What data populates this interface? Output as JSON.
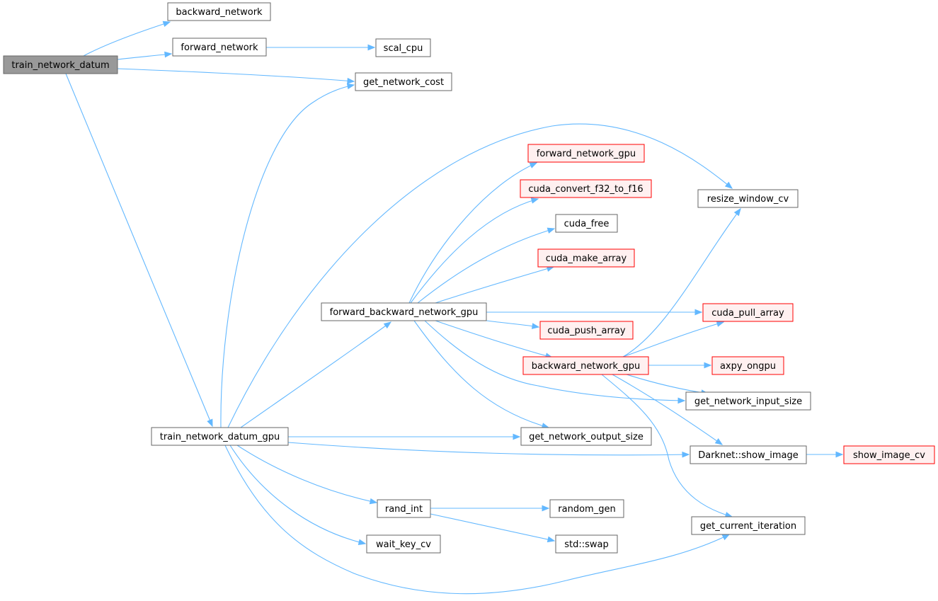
{
  "colors": {
    "edge": "#63b8ff",
    "root_fill": "#999999",
    "root_stroke": "#666666",
    "normal_fill": "#ffffff",
    "normal_stroke": "#666666",
    "truncated_fill": "#fff0f0",
    "truncated_stroke": "#ff0000"
  },
  "nodes": {
    "train_network_datum": {
      "label": "train_network_datum",
      "style": "root"
    },
    "backward_network": {
      "label": "backward_network",
      "style": "normal"
    },
    "forward_network": {
      "label": "forward_network",
      "style": "normal"
    },
    "scal_cpu": {
      "label": "scal_cpu",
      "style": "normal"
    },
    "get_network_cost": {
      "label": "get_network_cost",
      "style": "normal"
    },
    "train_network_datum_gpu": {
      "label": "train_network_datum_gpu",
      "style": "normal"
    },
    "forward_backward_network_gpu": {
      "label": "forward_backward_network_gpu",
      "style": "normal"
    },
    "forward_network_gpu": {
      "label": "forward_network_gpu",
      "style": "truncated"
    },
    "cuda_convert_f32_to_f16": {
      "label": "cuda_convert_f32_to_f16",
      "style": "truncated"
    },
    "cuda_free": {
      "label": "cuda_free",
      "style": "normal"
    },
    "cuda_make_array": {
      "label": "cuda_make_array",
      "style": "truncated"
    },
    "cuda_push_array": {
      "label": "cuda_push_array",
      "style": "truncated"
    },
    "backward_network_gpu": {
      "label": "backward_network_gpu",
      "style": "truncated"
    },
    "get_network_output_size": {
      "label": "get_network_output_size",
      "style": "normal"
    },
    "rand_int": {
      "label": "rand_int",
      "style": "normal"
    },
    "wait_key_cv": {
      "label": "wait_key_cv",
      "style": "normal"
    },
    "random_gen": {
      "label": "random_gen",
      "style": "normal"
    },
    "std_swap": {
      "label": "std::swap",
      "style": "normal"
    },
    "resize_window_cv": {
      "label": "resize_window_cv",
      "style": "normal"
    },
    "cuda_pull_array": {
      "label": "cuda_pull_array",
      "style": "truncated"
    },
    "axpy_ongpu": {
      "label": "axpy_ongpu",
      "style": "truncated"
    },
    "get_network_input_size": {
      "label": "get_network_input_size",
      "style": "normal"
    },
    "darknet_show_image": {
      "label": "Darknet::show_image",
      "style": "normal"
    },
    "get_current_iteration": {
      "label": "get_current_iteration",
      "style": "normal"
    },
    "show_image_cv": {
      "label": "show_image_cv",
      "style": "truncated"
    }
  },
  "edges": [
    {
      "from": "train_network_datum",
      "to": "backward_network"
    },
    {
      "from": "train_network_datum",
      "to": "forward_network"
    },
    {
      "from": "train_network_datum",
      "to": "get_network_cost"
    },
    {
      "from": "train_network_datum",
      "to": "train_network_datum_gpu"
    },
    {
      "from": "forward_network",
      "to": "scal_cpu"
    },
    {
      "from": "train_network_datum_gpu",
      "to": "get_network_cost"
    },
    {
      "from": "train_network_datum_gpu",
      "to": "resize_window_cv"
    },
    {
      "from": "train_network_datum_gpu",
      "to": "forward_backward_network_gpu"
    },
    {
      "from": "train_network_datum_gpu",
      "to": "get_network_output_size"
    },
    {
      "from": "train_network_datum_gpu",
      "to": "darknet_show_image"
    },
    {
      "from": "train_network_datum_gpu",
      "to": "rand_int"
    },
    {
      "from": "train_network_datum_gpu",
      "to": "wait_key_cv"
    },
    {
      "from": "train_network_datum_gpu",
      "to": "get_current_iteration"
    },
    {
      "from": "forward_backward_network_gpu",
      "to": "forward_network_gpu"
    },
    {
      "from": "forward_backward_network_gpu",
      "to": "cuda_convert_f32_to_f16"
    },
    {
      "from": "forward_backward_network_gpu",
      "to": "cuda_free"
    },
    {
      "from": "forward_backward_network_gpu",
      "to": "cuda_make_array"
    },
    {
      "from": "forward_backward_network_gpu",
      "to": "cuda_pull_array"
    },
    {
      "from": "forward_backward_network_gpu",
      "to": "cuda_push_array"
    },
    {
      "from": "forward_backward_network_gpu",
      "to": "backward_network_gpu"
    },
    {
      "from": "forward_backward_network_gpu",
      "to": "get_network_input_size"
    },
    {
      "from": "forward_backward_network_gpu",
      "to": "get_network_output_size"
    },
    {
      "from": "backward_network_gpu",
      "to": "resize_window_cv"
    },
    {
      "from": "backward_network_gpu",
      "to": "cuda_pull_array"
    },
    {
      "from": "backward_network_gpu",
      "to": "axpy_ongpu"
    },
    {
      "from": "backward_network_gpu",
      "to": "get_network_input_size"
    },
    {
      "from": "backward_network_gpu",
      "to": "darknet_show_image"
    },
    {
      "from": "backward_network_gpu",
      "to": "get_current_iteration"
    },
    {
      "from": "rand_int",
      "to": "random_gen"
    },
    {
      "from": "rand_int",
      "to": "std_swap"
    },
    {
      "from": "darknet_show_image",
      "to": "show_image_cv"
    }
  ]
}
